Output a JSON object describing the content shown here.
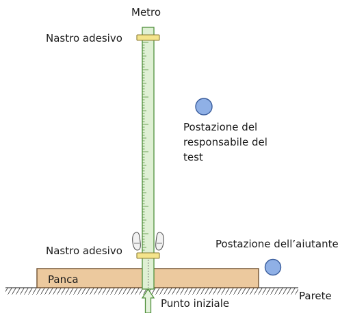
{
  "diagram": {
    "title": "Metro",
    "tape_top_label": "Nastro adesivo",
    "tape_bottom_label": "Nastro adesivo",
    "tester_station_lines": [
      "Postazione del",
      "responsabile del",
      "test"
    ],
    "helper_station_label": "Postazione dell’aiutante",
    "bench_label": "Panca",
    "start_point_label": "Punto iniziale",
    "wall_label": "Parete"
  },
  "colors": {
    "ruler_fill": "#dff0d4",
    "ruler_stroke": "#4f8f3a",
    "tape_fill": "#f4e48c",
    "tape_stroke": "#8a7a30",
    "bench_fill": "#ecc99e",
    "bench_stroke": "#6e5030",
    "station_fill": "#8fb0e6",
    "station_stroke": "#3a5d9c",
    "arrow_fill": "#e4f2dc",
    "arrow_stroke": "#4f8f3a",
    "footprint_fill": "#f2f2f2",
    "footprint_stroke": "#555555",
    "wall_stroke": "#444444"
  },
  "icons": {
    "station": "circle",
    "footprints": "footprint-pair",
    "start_arrow": "up-arrow"
  }
}
